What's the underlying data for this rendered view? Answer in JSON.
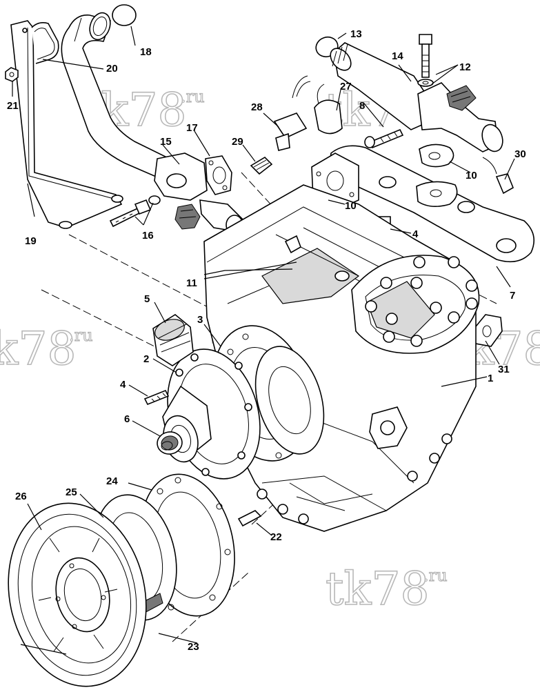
{
  "watermark": {
    "text": "tk78",
    "suffix": ".ru"
  },
  "callouts": {
    "c1": "1",
    "c2": "2",
    "c3": "3",
    "c4a": "4",
    "c4b": "4",
    "c5": "5",
    "c6": "6",
    "c7": "7",
    "c8": "8",
    "c10a": "10",
    "c10b": "10",
    "c11": "11",
    "c12": "12",
    "c13": "13",
    "c14": "14",
    "c15": "15",
    "c16": "16",
    "c17": "17",
    "c18": "18",
    "c19": "19",
    "c20": "20",
    "c21": "21",
    "c22": "22",
    "c23": "23",
    "c24": "24",
    "c25": "25",
    "c26": "26",
    "c27": "27",
    "c28": "28",
    "c29": "29",
    "c30": "30",
    "c31": "31"
  }
}
